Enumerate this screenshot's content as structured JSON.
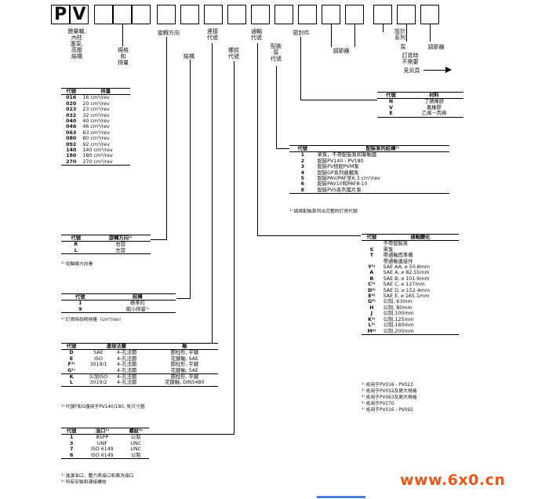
{
  "code_prefix": [
    "P",
    "V"
  ],
  "labels": {
    "variable": "變量軸,\n內柱\n塞泵,\n高壓\n結構",
    "size": "規格\n和\n排量",
    "rotation": "旋轉方向",
    "construction": "結構",
    "flange": "連接\n代號",
    "thread": "螺紋\n代號",
    "shaft": "通軸\n代號",
    "mount": "配裝\n泵\n代號",
    "seal": "密封件",
    "controller": "調節器",
    "design": "設計\n系列",
    "pump": "泵",
    "pump_note": "訂貨時\n不需要",
    "regulator": "調節器",
    "see_page": "見另頁"
  },
  "displacement": {
    "headers": [
      "代號",
      "排量"
    ],
    "rows": [
      [
        "016",
        "16 cm³/rev"
      ],
      [
        "020",
        "20 cm³/rev"
      ],
      [
        "023",
        "23 cm³/rev"
      ],
      [
        "032",
        "32 cm³/rev"
      ],
      [
        "040",
        "40 cm³/rev"
      ],
      [
        "046",
        "46 cm³/rev"
      ],
      [
        "063",
        "63 cm³/rev"
      ],
      [
        "080",
        "80 cm³/rev"
      ],
      [
        "092",
        "92 cm³/rev"
      ],
      [
        "140",
        "140 cm³/rev"
      ],
      [
        "180",
        "180 cm³/rev"
      ],
      [
        "270",
        "270 cm³/rev"
      ]
    ]
  },
  "rotation": {
    "headers": [
      "代號",
      "旋轉方向¹⁾"
    ],
    "rows": [
      [
        "R",
        "右旋"
      ],
      [
        "L",
        "左旋"
      ]
    ],
    "footnote": "¹⁾ 從軸端方向看"
  },
  "structure": {
    "headers": [
      "代號",
      "結構"
    ],
    "rows": [
      [
        "1",
        "標準的"
      ],
      [
        "9",
        "縮小排量¹⁾"
      ]
    ],
    "footnote": "¹⁾ 訂貨時說明排量（cm³/rev）"
  },
  "flange": {
    "headers": [
      "代號",
      "連接法蘭",
      "",
      "軸"
    ],
    "rows": [
      [
        "D",
        "SAE",
        "4-孔法蘭",
        "圓柱形, 平鍵"
      ],
      [
        "E",
        "ISO",
        "4-孔法蘭",
        "花鍵軸, SAE"
      ],
      [
        "F¹⁾",
        "3019/1",
        "4-孔法蘭",
        "圓柱形, 平鍵"
      ],
      [
        "G¹⁾",
        "",
        "4-孔法蘭",
        "花鍵軸, SAE"
      ],
      [
        "K",
        "公制ISO",
        "4-孔法蘭",
        "圓柱形, 平鍵"
      ],
      [
        "L",
        "3019/2",
        "4-孔法蘭",
        "花鍵軸, DIN5480"
      ]
    ],
    "footnote": "¹⁾ 代號F和G僅用于PV140/180, 見尺寸圖"
  },
  "thread": {
    "headers": [
      "代號",
      "油口¹⁾",
      "螺紋²⁾"
    ],
    "rows": [
      [
        "1",
        "BSPP",
        "公制"
      ],
      [
        "3",
        "UNF",
        "UNC"
      ],
      [
        "7",
        "ISO 6149",
        "UNC"
      ],
      [
        "8",
        "ISO 6149",
        "公制"
      ]
    ],
    "footnotes": [
      "¹⁾ 進濾油口、壓力表接口和衝洗接口",
      "²⁾ 所有安裝和連接螺紋"
    ]
  },
  "seal": {
    "headers": [
      "代號",
      "材料"
    ],
    "rows": [
      [
        "N",
        "丁腈橡膠"
      ],
      [
        "V",
        "氟橡膠"
      ],
      [
        "E",
        "乙烯－丙烯"
      ]
    ]
  },
  "mounted": {
    "headers": [
      "代號",
      "配裝泵的結構¹⁾"
    ],
    "rows": [
      [
        "1",
        "單泵，不帶配裝泵和聯軸器"
      ],
      [
        "2",
        "配裝PV140 - PV180"
      ],
      [
        "3",
        "配裝PV搭配PVM泵"
      ],
      [
        "4",
        "配裝GP系列齒輪泵"
      ],
      [
        "5",
        "配裝PAV/PAF至6.3 cm³/rev"
      ],
      [
        "6",
        "配裝PAV10和PAF8-10"
      ],
      [
        "8",
        "配裝PVS系列葉片泵"
      ]
    ],
    "footnote": "¹⁾ 請將配裝泵列出完整的訂貨代號"
  },
  "through": {
    "headers": [
      "代號",
      "通軸變化"
    ],
    "group1_title": "不帶配裝泵",
    "group1": [
      [
        "S",
        "單泵"
      ],
      [
        "T",
        "帶通軸而準備"
      ]
    ],
    "group2_title": "帶通軸連接件",
    "group2": [
      [
        "Y¹⁾",
        "SAE AA, ⌀ 50.8mm"
      ],
      [
        "A",
        "SAE A, ⌀ 82.55mm"
      ],
      [
        "B",
        "SAE B, ⌀ 101.6mm"
      ],
      [
        "C²⁾",
        "SAE C, ⌀ 127mm"
      ],
      [
        "D³⁾",
        "SAE D, ⌀ 152.4mm"
      ],
      [
        "E⁴⁾",
        "SAE E, ⌀ 165.1mm"
      ],
      [
        "G⁵⁾",
        "公制, 63mm"
      ],
      [
        "H",
        "公制, 80mm"
      ],
      [
        "J",
        "公制,100mm"
      ],
      [
        "K²⁾",
        "公制,125mm"
      ],
      [
        "L³⁾",
        "公制,160mm"
      ],
      [
        "M⁴⁾",
        "公制,200mm"
      ]
    ],
    "footnotes": [
      "¹⁾ 祇用于PV016 - PV023",
      "²⁾ 祇用于PV032及更大規格",
      "³⁾ 祇用于PV063及更大規格",
      "⁴⁾ 祇用于PV270",
      "⁵⁾ 祇用于PV016 - PV092"
    ]
  },
  "watermark": "www.6x0.cn"
}
